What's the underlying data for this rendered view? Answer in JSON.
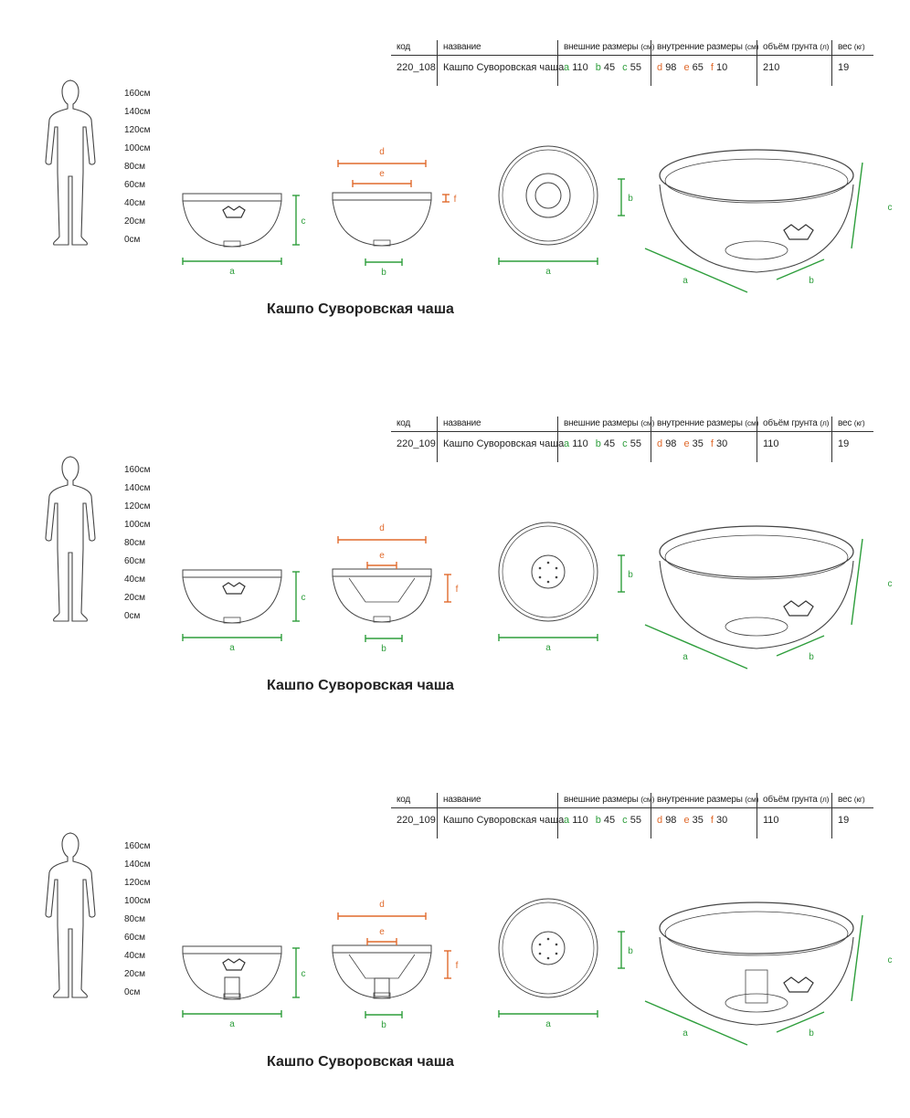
{
  "table_headers": {
    "code": "код",
    "name": "название",
    "outer": "внешние размеры",
    "outer_unit": "(см)",
    "inner": "внутренние размеры",
    "inner_unit": "(см)",
    "soil": "объём грунта",
    "soil_unit": "(л)",
    "weight": "вес",
    "weight_unit": "(кг)"
  },
  "ruler_labels": [
    "160см",
    "140см",
    "120см",
    "100см",
    "80см",
    "60см",
    "40см",
    "20см",
    "0см"
  ],
  "dim_letters": {
    "a": "a",
    "b": "b",
    "c": "c",
    "d": "d",
    "e": "e",
    "f": "f"
  },
  "colors": {
    "outer_dim": "#2e9e3c",
    "inner_dim": "#e06a2c",
    "outline": "#444444"
  },
  "icons": [
    "person-silhouette",
    "planter-front-view",
    "planter-section-view",
    "planter-top-view",
    "planter-perspective-view"
  ],
  "sections": [
    {
      "code": "220_108",
      "name": "Кашпо Суворовская чаша",
      "outer": {
        "a": "110",
        "b": "45",
        "c": "55"
      },
      "inner": {
        "d": "98",
        "e": "65",
        "f": "10"
      },
      "soil": "210",
      "weight": "19",
      "title": "Кашпо Суворовская чаша"
    },
    {
      "code": "220_109",
      "name": "Кашпо Суворовская чаша",
      "outer": {
        "a": "110",
        "b": "45",
        "c": "55"
      },
      "inner": {
        "d": "98",
        "e": "35",
        "f": "30"
      },
      "soil": "110",
      "weight": "19",
      "title": "Кашпо Суворовская чаша"
    },
    {
      "code": "220_109",
      "name": "Кашпо Суворовская чаша",
      "outer": {
        "a": "110",
        "b": "45",
        "c": "55"
      },
      "inner": {
        "d": "98",
        "e": "35",
        "f": "30"
      },
      "soil": "110",
      "weight": "19",
      "title": "Кашпо Суворовская чаша"
    }
  ]
}
